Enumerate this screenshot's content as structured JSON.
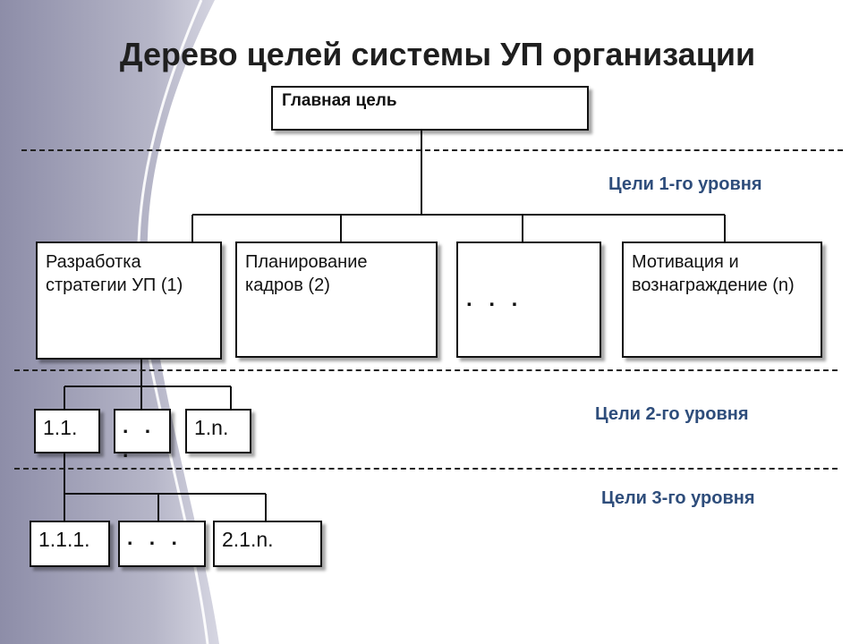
{
  "title": "Дерево целей системы УП организации",
  "main_goal": "Главная цель",
  "level_labels": {
    "l1": "Цели 1-го уровня",
    "l2": "Цели 2-го уровня",
    "l3": "Цели 3-го уровня"
  },
  "level1": {
    "a": "Разработка стратегии УП (1)",
    "b": "Планирование кадров (2)",
    "c": ". . .",
    "d": "Мотивация и вознаграждение (n)"
  },
  "level2": {
    "a": "1.1.",
    "b": ". . .",
    "c": "1.n."
  },
  "level3": {
    "a": "1.1.1.",
    "b": ". . .",
    "c": "2.1.n."
  },
  "colors": {
    "level_label": "#2e4d7b",
    "decor_band": "#9c9cb4"
  }
}
